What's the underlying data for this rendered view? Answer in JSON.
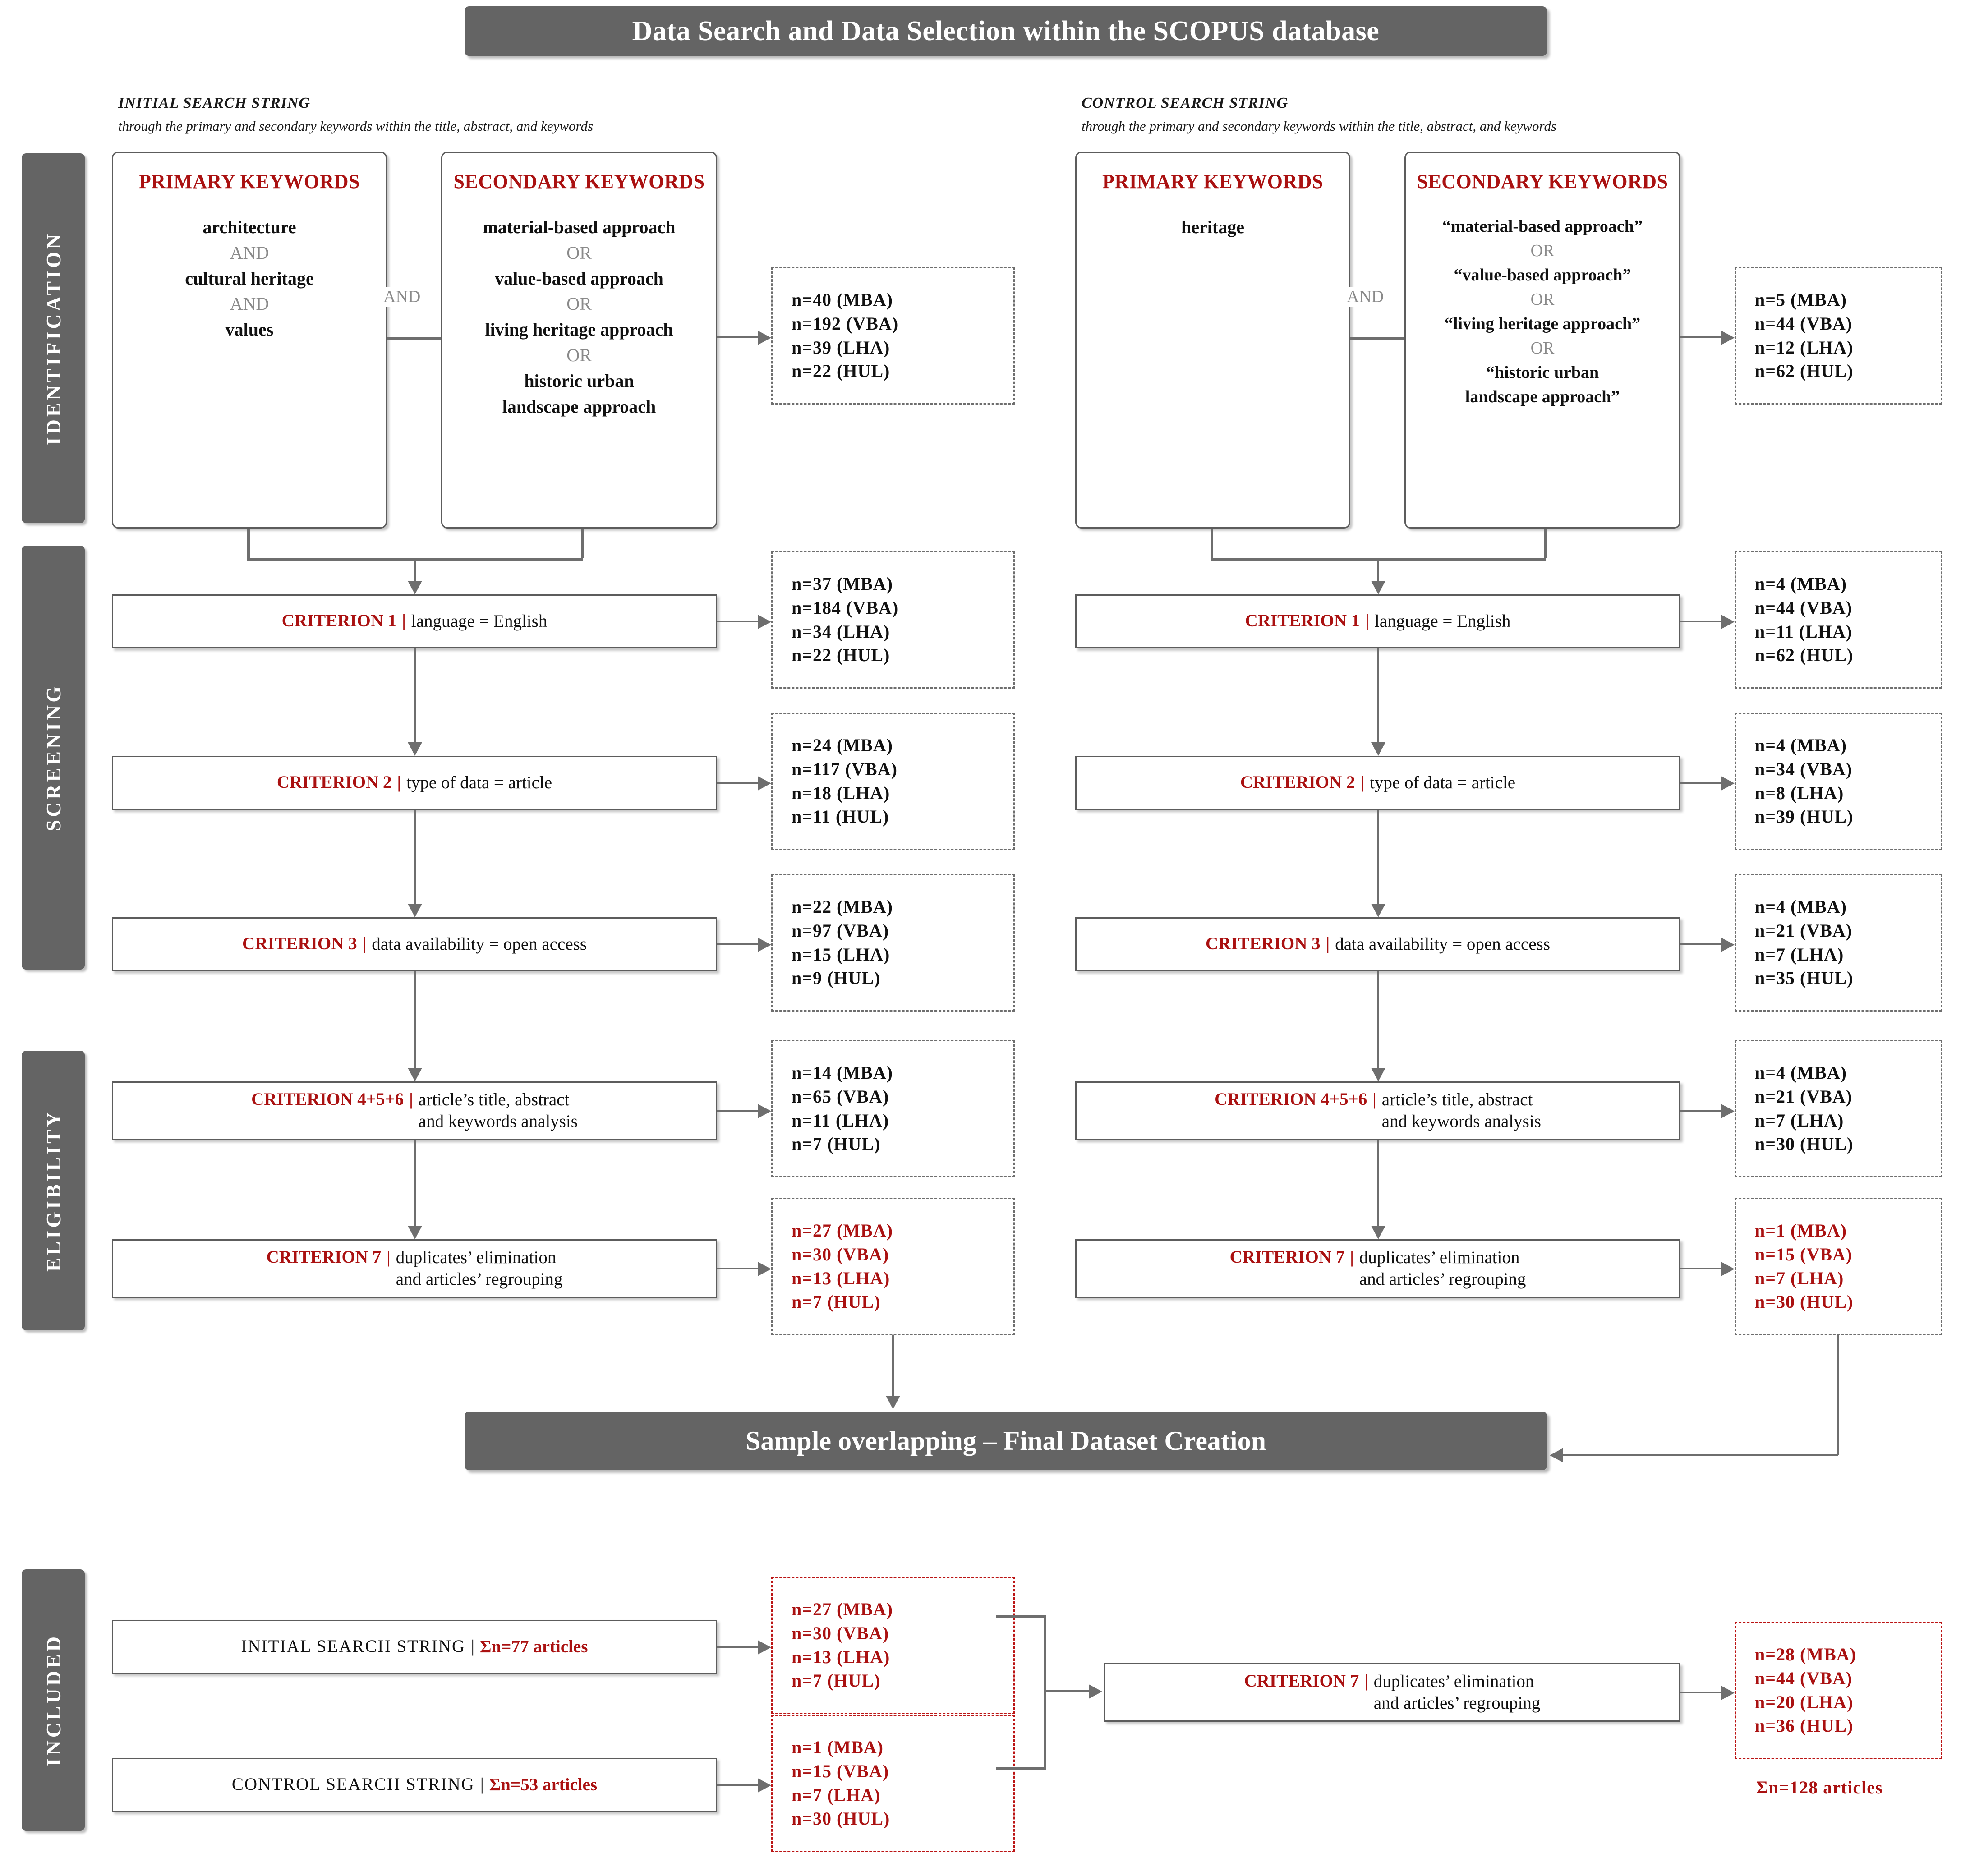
{
  "title": "Data Search and Data Selection within the SCOPUS database",
  "mid_banner": "Sample overlapping – Final Dataset Creation",
  "stages": [
    {
      "label": "IDENTIFICATION"
    },
    {
      "label": "SCREENING"
    },
    {
      "label": "ELIGIBILITY"
    },
    {
      "label": "INCLUDED"
    }
  ],
  "columns": {
    "initial": {
      "head_title": "INITIAL SEARCH STRING",
      "head_sub": "through the primary and secondary keywords within the title, abstract, and keywords",
      "primary": {
        "title": "PRIMARY\nKEYWORDS",
        "terms": [
          "architecture",
          "AND",
          "cultural heritage",
          "AND",
          "values"
        ]
      },
      "secondary": {
        "title": "SECONDARY\nKEYWORDS",
        "terms": [
          "material-based approach",
          "OR",
          "value-based approach",
          "OR",
          "living heritage approach",
          "OR",
          "historic urban\nlandscape approach"
        ]
      },
      "join_operator": "AND",
      "identification_counts": [
        "n=40 (MBA)",
        "n=192 (VBA)",
        "n=39 (LHA)",
        "n=22 (HUL)"
      ],
      "criteria": [
        {
          "key": "CRITERION 1",
          "value": "language = English",
          "counts": [
            "n=37 (MBA)",
            "n=184 (VBA)",
            "n=34 (LHA)",
            "n=22 (HUL)"
          ],
          "counts_red": false
        },
        {
          "key": "CRITERION 2",
          "value": "type of data = article",
          "counts": [
            "n=24 (MBA)",
            "n=117 (VBA)",
            "n=18 (LHA)",
            "n=11 (HUL)"
          ],
          "counts_red": false
        },
        {
          "key": "CRITERION 3",
          "value": "data availability = open access",
          "counts": [
            "n=22 (MBA)",
            "n=97 (VBA)",
            "n=15 (LHA)",
            "n=9 (HUL)"
          ],
          "counts_red": false
        },
        {
          "key": "CRITERION 4+5+6",
          "value": "article’s title, abstract\nand keywords analysis",
          "counts": [
            "n=14 (MBA)",
            "n=65 (VBA)",
            "n=11 (LHA)",
            "n=7 (HUL)"
          ],
          "counts_red": false
        },
        {
          "key": "CRITERION 7",
          "value": "duplicates’ elimination\nand articles’ regrouping",
          "counts": [
            "n=27 (MBA)",
            "n=30 (VBA)",
            "n=13 (LHA)",
            "n=7 (HUL)"
          ],
          "counts_red": true
        }
      ]
    },
    "control": {
      "head_title": "CONTROL SEARCH STRING",
      "head_sub": "through the primary and secondary keywords within the title, abstract, and keywords",
      "primary": {
        "title": "PRIMARY\nKEYWORDS",
        "terms": [
          "heritage"
        ]
      },
      "secondary": {
        "title": "SECONDARY\nKEYWORDS",
        "terms": [
          "“material-based approach”",
          "OR",
          "“value-based approach”",
          "OR",
          "“living heritage approach”",
          "OR",
          "“historic urban\nlandscape approach”"
        ]
      },
      "join_operator": "AND",
      "identification_counts": [
        "n=5 (MBA)",
        "n=44 (VBA)",
        "n=12 (LHA)",
        "n=62 (HUL)"
      ],
      "criteria": [
        {
          "key": "CRITERION 1",
          "value": "language = English",
          "counts": [
            "n=4 (MBA)",
            "n=44 (VBA)",
            "n=11 (LHA)",
            "n=62 (HUL)"
          ],
          "counts_red": false
        },
        {
          "key": "CRITERION 2",
          "value": "type of data = article",
          "counts": [
            "n=4 (MBA)",
            "n=34 (VBA)",
            "n=8 (LHA)",
            "n=39 (HUL)"
          ],
          "counts_red": false
        },
        {
          "key": "CRITERION 3",
          "value": "data availability = open access",
          "counts": [
            "n=4 (MBA)",
            "n=21 (VBA)",
            "n=7 (LHA)",
            "n=35 (HUL)"
          ],
          "counts_red": false
        },
        {
          "key": "CRITERION 4+5+6",
          "value": "article’s title, abstract\nand keywords analysis",
          "counts": [
            "n=4 (MBA)",
            "n=21 (VBA)",
            "n=7 (LHA)",
            "n=30 (HUL)"
          ],
          "counts_red": false
        },
        {
          "key": "CRITERION 7",
          "value": "duplicates’ elimination\nand articles’ regrouping",
          "counts": [
            "n=1 (MBA)",
            "n=15 (VBA)",
            "n=7 (LHA)",
            "n=30 (HUL)"
          ],
          "counts_red": true
        }
      ]
    }
  },
  "included": {
    "initial_row": {
      "key": "INITIAL SEARCH STRING",
      "value": "Σn=77 articles",
      "counts": [
        "n=27 (MBA)",
        "n=30 (VBA)",
        "n=13 (LHA)",
        "n=7 (HUL)"
      ]
    },
    "control_row": {
      "key": "CONTROL SEARCH STRING",
      "value": "Σn=53 articles",
      "counts": [
        "n=1 (MBA)",
        "n=15 (VBA)",
        "n=7 (LHA)",
        "n=30 (HUL)"
      ]
    },
    "final_criterion": {
      "key": "CRITERION 7",
      "value": "duplicates’ elimination\nand articles’ regrouping"
    },
    "final_counts": [
      "n=28 (MBA)",
      "n=44 (VBA)",
      "n=20 (LHA)",
      "n=36 (HUL)"
    ],
    "final_total": "Σn=128 articles"
  },
  "colors": {
    "accent_red": "#AA1111",
    "banner_gray": "#646464",
    "line_gray": "#6e6e6e"
  }
}
